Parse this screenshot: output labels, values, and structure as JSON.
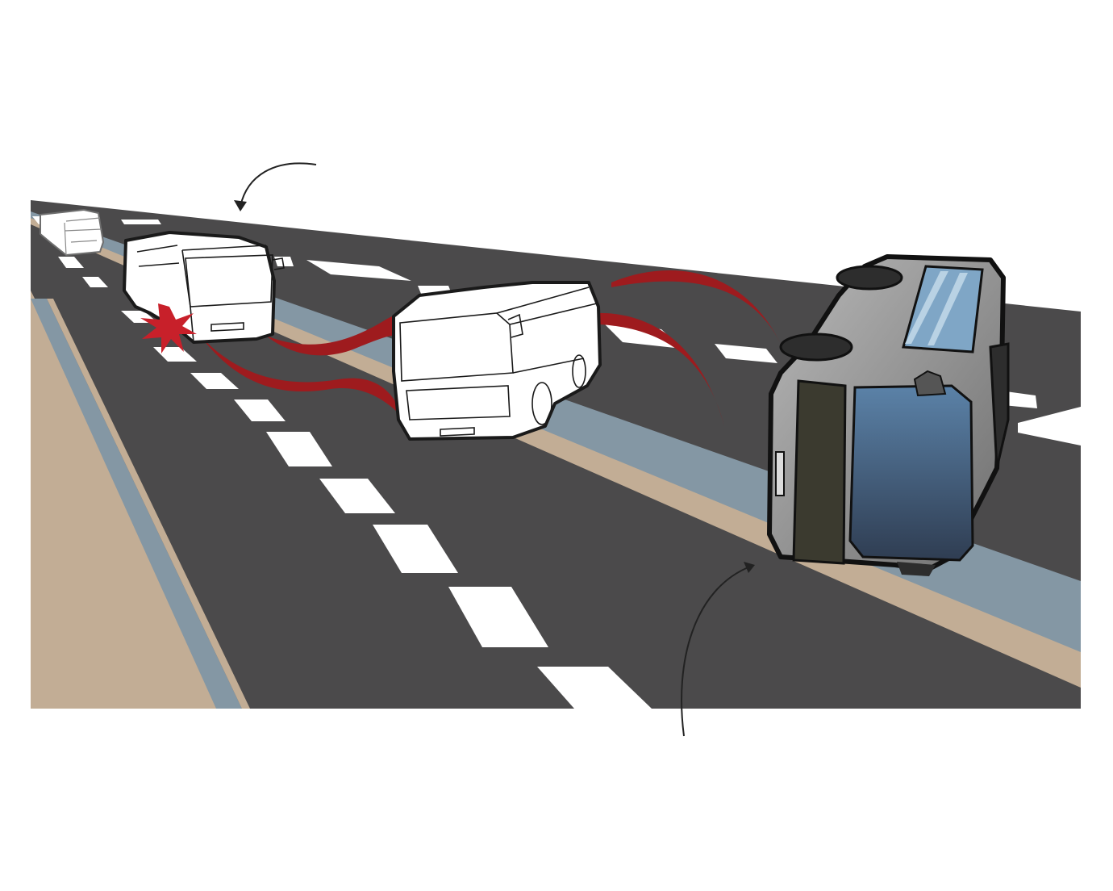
{
  "scene": {
    "description_visible_text": "",
    "colors": {
      "asphalt": "#4b4a4b",
      "lane_marking": "#ffffff",
      "shoulder_sand": "#c2ad95",
      "median_blue": "#8497a4",
      "motion_trail": "#9e1b1e",
      "impact_burst": "#c8202a",
      "overturned_bus_body": "#9a9a9a",
      "overturned_bus_glass": "#4a6480",
      "annotation_arrow": "#222222"
    },
    "elements": [
      {
        "name": "distant-bus-icon",
        "kind": "ghost bus"
      },
      {
        "name": "colliding-bus-icon",
        "kind": "bus"
      },
      {
        "name": "impact-burst-icon",
        "kind": "collision burst"
      },
      {
        "name": "swerving-bus-icon",
        "kind": "bus"
      },
      {
        "name": "overturned-bus-icon",
        "kind": "overturned bus"
      },
      {
        "name": "top-annotation-arrow-icon",
        "kind": "curved arrow"
      },
      {
        "name": "bottom-annotation-arrow-icon",
        "kind": "curved arrow"
      }
    ]
  }
}
